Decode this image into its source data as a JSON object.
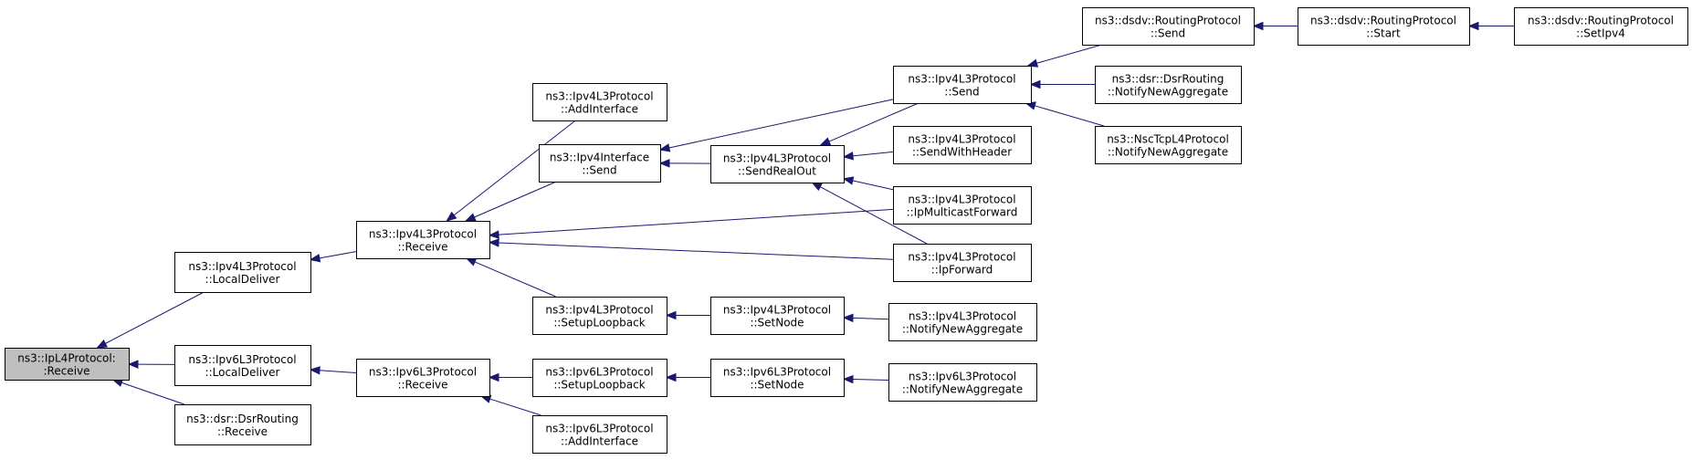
{
  "graph": {
    "nodes": [
      {
        "id": "n0",
        "line1": "ns3::IpL4Protocol:",
        "line2": ":Receive",
        "root": true
      },
      {
        "id": "n1",
        "line1": "ns3::Ipv4L3Protocol",
        "line2": "::LocalDeliver"
      },
      {
        "id": "n2",
        "line1": "ns3::Ipv6L3Protocol",
        "line2": "::LocalDeliver"
      },
      {
        "id": "n3",
        "line1": "ns3::dsr::DsrRouting",
        "line2": "::Receive"
      },
      {
        "id": "n4",
        "line1": "ns3::Ipv4L3Protocol",
        "line2": "::Receive"
      },
      {
        "id": "n5",
        "line1": "ns3::Ipv6L3Protocol",
        "line2": "::Receive"
      },
      {
        "id": "n6",
        "line1": "ns3::Ipv4L3Protocol",
        "line2": "::AddInterface"
      },
      {
        "id": "n7",
        "line1": "ns3::Ipv4Interface",
        "line2": "::Send"
      },
      {
        "id": "n8",
        "line1": "ns3::Ipv4L3Protocol",
        "line2": "::SetupLoopback"
      },
      {
        "id": "n9",
        "line1": "ns3::Ipv6L3Protocol",
        "line2": "::SetupLoopback"
      },
      {
        "id": "n10",
        "line1": "ns3::Ipv6L3Protocol",
        "line2": "::AddInterface"
      },
      {
        "id": "n11",
        "line1": "ns3::Ipv4L3Protocol",
        "line2": "::SendRealOut"
      },
      {
        "id": "n12",
        "line1": "ns3::Ipv4L3Protocol",
        "line2": "::SetNode"
      },
      {
        "id": "n13",
        "line1": "ns3::Ipv6L3Protocol",
        "line2": "::SetNode"
      },
      {
        "id": "n14",
        "line1": "ns3::Ipv4L3Protocol",
        "line2": "::Send"
      },
      {
        "id": "n15",
        "line1": "ns3::Ipv4L3Protocol",
        "line2": "::SendWithHeader"
      },
      {
        "id": "n16",
        "line1": "ns3::Ipv4L3Protocol",
        "line2": "::IpMulticastForward"
      },
      {
        "id": "n17",
        "line1": "ns3::Ipv4L3Protocol",
        "line2": "::IpForward"
      },
      {
        "id": "n18",
        "line1": "ns3::Ipv4L3Protocol",
        "line2": "::NotifyNewAggregate"
      },
      {
        "id": "n19",
        "line1": "ns3::Ipv6L3Protocol",
        "line2": "::NotifyNewAggregate"
      },
      {
        "id": "n20",
        "line1": "ns3::dsdv::RoutingProtocol",
        "line2": "::Send"
      },
      {
        "id": "n21",
        "line1": "ns3::dsr::DsrRouting",
        "line2": "::NotifyNewAggregate"
      },
      {
        "id": "n22",
        "line1": "ns3::NscTcpL4Protocol",
        "line2": "::NotifyNewAggregate"
      },
      {
        "id": "n23",
        "line1": "ns3::dsdv::RoutingProtocol",
        "line2": "::Start"
      },
      {
        "id": "n24",
        "line1": "ns3::dsdv::RoutingProtocol",
        "line2": "::SetIpv4"
      }
    ],
    "edges": [
      {
        "from": "n1",
        "to": "n0"
      },
      {
        "from": "n2",
        "to": "n0"
      },
      {
        "from": "n3",
        "to": "n0"
      },
      {
        "from": "n4",
        "to": "n1"
      },
      {
        "from": "n5",
        "to": "n2"
      },
      {
        "from": "n6",
        "to": "n4"
      },
      {
        "from": "n7",
        "to": "n4"
      },
      {
        "from": "n8",
        "to": "n4"
      },
      {
        "from": "n16",
        "to": "n4"
      },
      {
        "from": "n17",
        "to": "n4"
      },
      {
        "from": "n9",
        "to": "n5"
      },
      {
        "from": "n10",
        "to": "n5"
      },
      {
        "from": "n11",
        "to": "n7"
      },
      {
        "from": "n14",
        "to": "n7"
      },
      {
        "from": "n14",
        "to": "n11"
      },
      {
        "from": "n15",
        "to": "n11"
      },
      {
        "from": "n16",
        "to": "n11"
      },
      {
        "from": "n17",
        "to": "n11"
      },
      {
        "from": "n12",
        "to": "n8"
      },
      {
        "from": "n13",
        "to": "n9"
      },
      {
        "from": "n18",
        "to": "n12"
      },
      {
        "from": "n19",
        "to": "n13"
      },
      {
        "from": "n20",
        "to": "n14"
      },
      {
        "from": "n21",
        "to": "n14"
      },
      {
        "from": "n22",
        "to": "n14"
      },
      {
        "from": "n23",
        "to": "n20"
      },
      {
        "from": "n24",
        "to": "n23"
      }
    ]
  },
  "colors": {
    "edge": "#191970",
    "root_fill": "#bfbfbf",
    "node_fill": "#ffffff",
    "border": "#000000"
  }
}
